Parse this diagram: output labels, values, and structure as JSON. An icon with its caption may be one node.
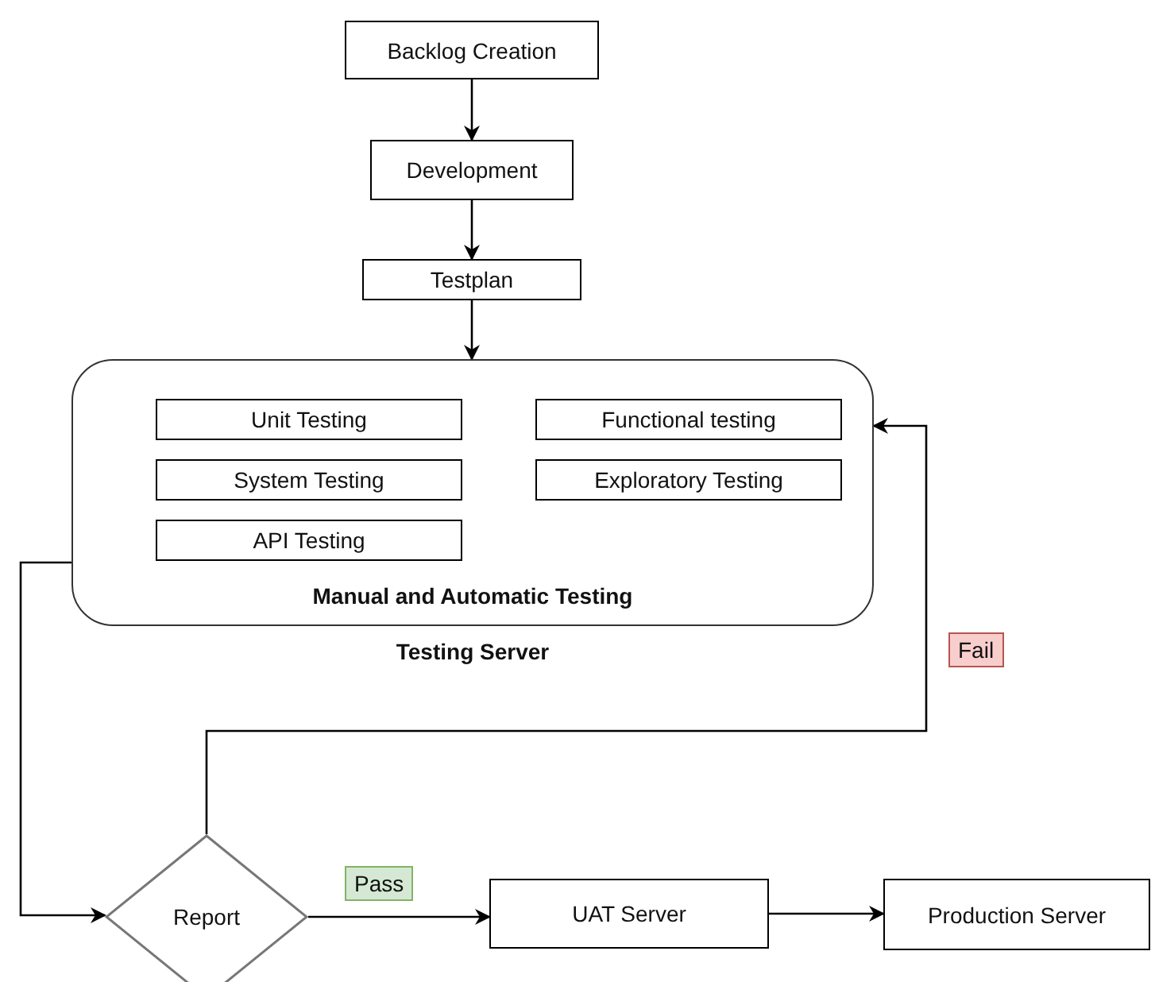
{
  "diagram": {
    "nodes": [
      {
        "text": [
          "Backlog Creation"
        ]
      },
      {
        "text": [
          "Development"
        ]
      },
      {
        "text": [
          "Testplan"
        ]
      },
      {
        "text": [
          "Manual and Automatic Testing",
          "Testing Server"
        ]
      },
      {
        "text": [
          "Unit Testing"
        ],
        "in": 3
      },
      {
        "text": [
          "Functional testing"
        ],
        "in": 3
      },
      {
        "text": [
          "System Testing"
        ],
        "in": 3
      },
      {
        "text": [
          "Exploratory Testing"
        ],
        "in": 3
      },
      {
        "text": [
          "API Testing"
        ],
        "in": 3
      },
      {
        "text": [
          "Report"
        ]
      },
      {
        "text": [
          "UAT Server"
        ]
      },
      {
        "text": [
          "Production Server"
        ]
      }
    ],
    "edges": [
      {
        "from": 0,
        "to": 1,
        "arrow": "to"
      },
      {
        "from": 1,
        "to": 2,
        "arrow": "to"
      },
      {
        "from": 2,
        "to": 3,
        "arrow": "to"
      },
      {
        "from": 3,
        "to": 9,
        "arrow": "to"
      },
      {
        "from": 9,
        "to": 3,
        "arrow": "to",
        "label": "Fail"
      },
      {
        "from": 9,
        "to": 10,
        "arrow": "to",
        "label": "Pass"
      },
      {
        "from": 10,
        "to": 11,
        "arrow": "to"
      }
    ]
  }
}
